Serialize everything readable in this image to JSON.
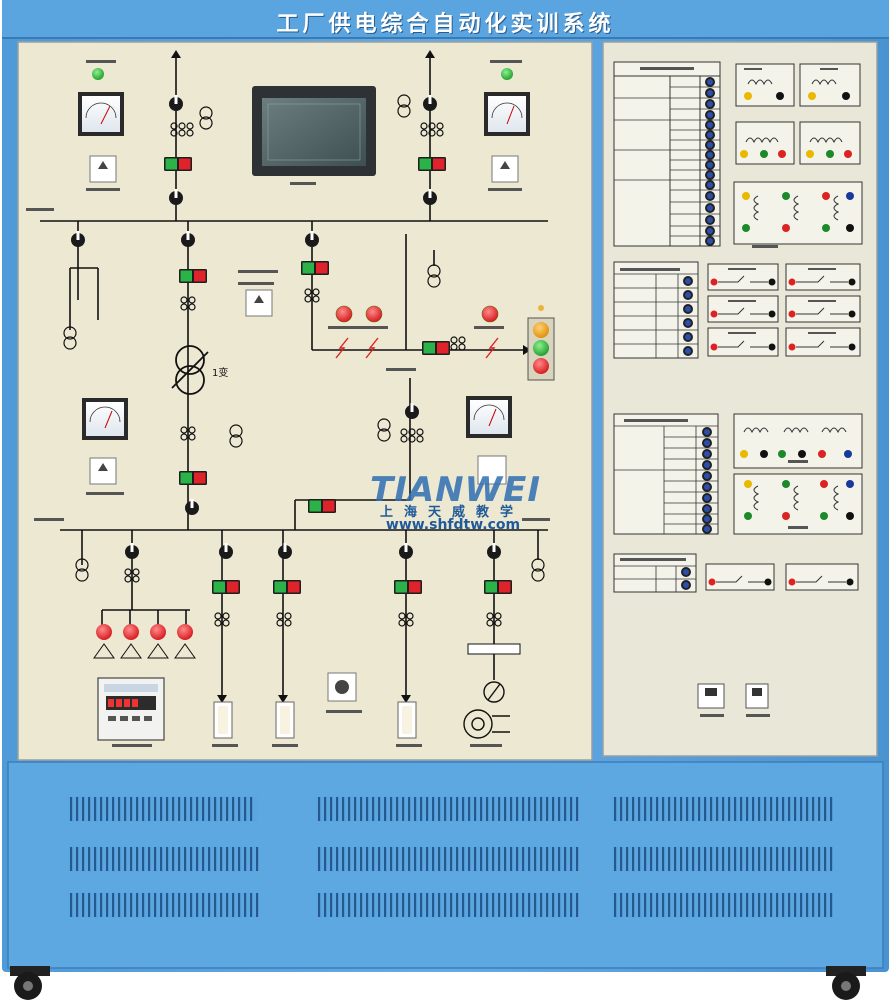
{
  "panel_title": "工厂供电综合自动化实训系统",
  "watermark": {
    "brand": "TIANWEI",
    "company_short": "上海天威教学",
    "url": "www.shfdtw.com"
  },
  "labels": {
    "transformer_label": "1变"
  }
}
